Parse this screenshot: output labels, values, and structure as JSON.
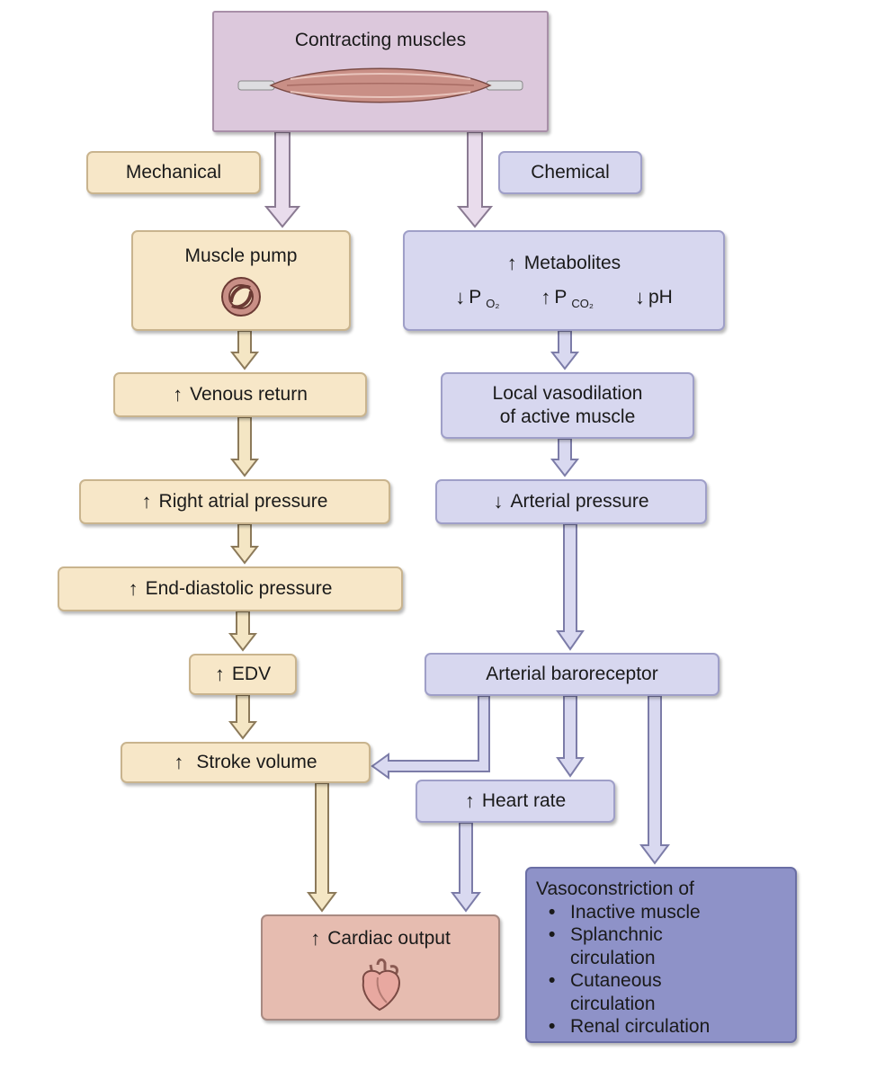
{
  "source": {
    "label": "Contracting muscles"
  },
  "pathway_labels": {
    "mechanical": "Mechanical",
    "chemical": "Chemical"
  },
  "mechanical_chain": {
    "muscle_pump": "Muscle pump",
    "venous_return": "Venous return",
    "right_atrial_pressure": "Right atrial pressure",
    "end_diastolic_pressure": "End-diastolic pressure",
    "edv": "EDV",
    "stroke_volume": "Stroke volume"
  },
  "chemical_chain": {
    "metabolites": "Metabolites",
    "po2": {
      "symbol": "P",
      "subscript": "O₂"
    },
    "pco2": {
      "symbol": "P",
      "subscript": "CO₂"
    },
    "ph": "pH",
    "vasodilation_line1": "Local vasodilation",
    "vasodilation_line2": "of active muscle",
    "arterial_pressure": "Arterial pressure",
    "baroreceptor": "Arterial baroreceptor",
    "heart_rate": "Heart rate"
  },
  "outcome": {
    "cardiac_output": "Cardiac output"
  },
  "vasoconstriction": {
    "title": "Vasoconstriction of",
    "items": [
      [
        "Inactive muscle"
      ],
      [
        "Splanchnic",
        "circulation"
      ],
      [
        "Cutaneous",
        "circulation"
      ],
      [
        "Renal circulation"
      ]
    ]
  },
  "glyphs": {
    "up": "↑",
    "down": "↓",
    "bullet": "•"
  },
  "colors": {
    "mechanical_fill": "#f7e7c8",
    "chemical_fill": "#d7d7ef",
    "source_fill": "#dcc8dc",
    "cardiac_output_fill": "#e6bcb0",
    "vasoconstriction_fill": "#8e92c8"
  }
}
